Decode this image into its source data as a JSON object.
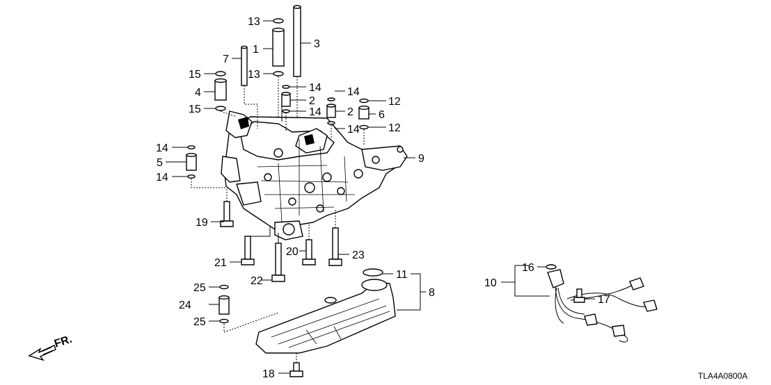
{
  "diagram": {
    "code": "TLA4A0800A",
    "front_label": "FR.",
    "callouts": [
      {
        "id": "1",
        "text": "1"
      },
      {
        "id": "2a",
        "text": "2"
      },
      {
        "id": "2b",
        "text": "2"
      },
      {
        "id": "3",
        "text": "3"
      },
      {
        "id": "4",
        "text": "4"
      },
      {
        "id": "5",
        "text": "5"
      },
      {
        "id": "6",
        "text": "6"
      },
      {
        "id": "7",
        "text": "7"
      },
      {
        "id": "8",
        "text": "8"
      },
      {
        "id": "9",
        "text": "9"
      },
      {
        "id": "10",
        "text": "10"
      },
      {
        "id": "11",
        "text": "11"
      },
      {
        "id": "12a",
        "text": "12"
      },
      {
        "id": "12b",
        "text": "12"
      },
      {
        "id": "13a",
        "text": "13"
      },
      {
        "id": "13b",
        "text": "13"
      },
      {
        "id": "14a",
        "text": "14"
      },
      {
        "id": "14b",
        "text": "14"
      },
      {
        "id": "14c",
        "text": "14"
      },
      {
        "id": "14d",
        "text": "14"
      },
      {
        "id": "14e",
        "text": "14"
      },
      {
        "id": "14f",
        "text": "14"
      },
      {
        "id": "15a",
        "text": "15"
      },
      {
        "id": "15b",
        "text": "15"
      },
      {
        "id": "16",
        "text": "16"
      },
      {
        "id": "17",
        "text": "17"
      },
      {
        "id": "18",
        "text": "18"
      },
      {
        "id": "19",
        "text": "19"
      },
      {
        "id": "20",
        "text": "20"
      },
      {
        "id": "21",
        "text": "21"
      },
      {
        "id": "22",
        "text": "22"
      },
      {
        "id": "23",
        "text": "23"
      },
      {
        "id": "24",
        "text": "24"
      },
      {
        "id": "25a",
        "text": "25"
      },
      {
        "id": "25b",
        "text": "25"
      }
    ]
  }
}
